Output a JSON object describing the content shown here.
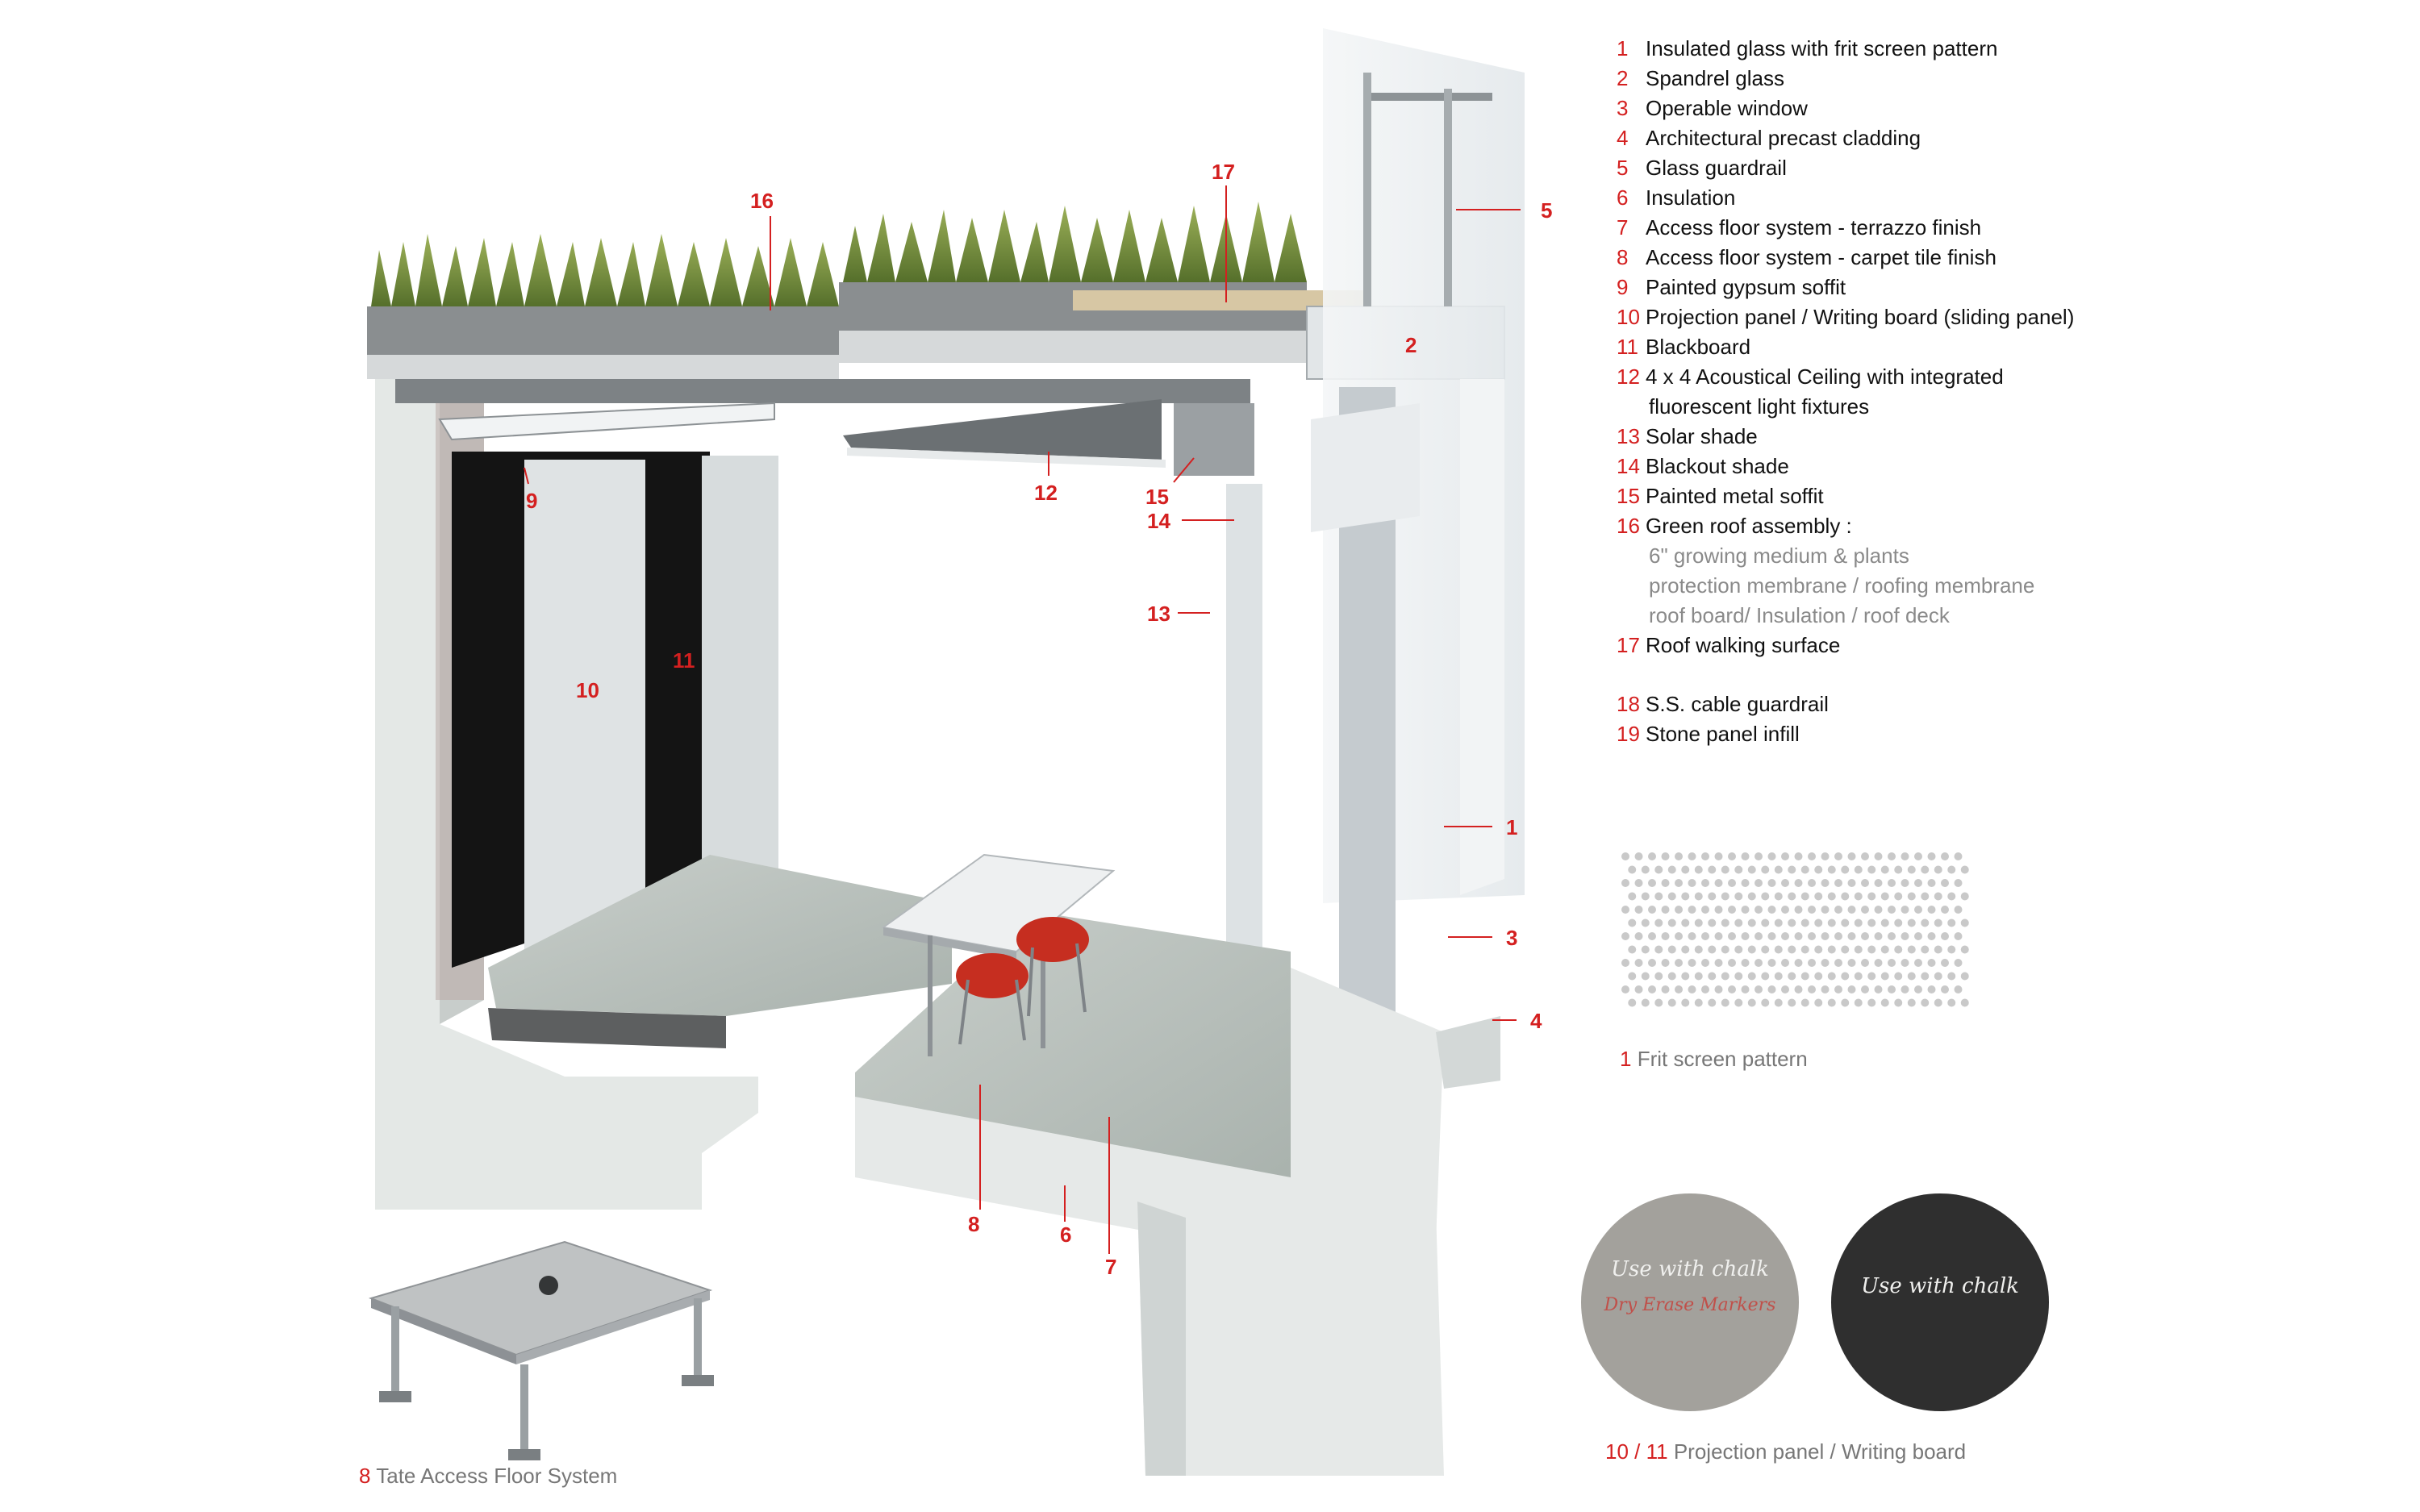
{
  "legend": {
    "items": [
      {
        "num": "1",
        "text": "Insulated glass with frit screen pattern"
      },
      {
        "num": "2",
        "text": "Spandrel glass"
      },
      {
        "num": "3",
        "text": "Operable window"
      },
      {
        "num": "4",
        "text": "Architectural precast cladding"
      },
      {
        "num": "5",
        "text": "Glass guardrail"
      },
      {
        "num": "6",
        "text": "Insulation"
      },
      {
        "num": "7",
        "text": "Access floor system - terrazzo finish"
      },
      {
        "num": "8",
        "text": "Access floor system - carpet tile finish"
      },
      {
        "num": "9",
        "text": "Painted gypsum soffit"
      },
      {
        "num": "10",
        "text": "Projection panel / Writing board (sliding panel)"
      },
      {
        "num": "11",
        "text": "Blackboard"
      },
      {
        "num": "12",
        "text": "4 x 4 Acoustical Ceiling with integrated"
      },
      {
        "num": "",
        "text": "fluorescent light fixtures"
      },
      {
        "num": "13",
        "text": "Solar shade"
      },
      {
        "num": "14",
        "text": "Blackout shade"
      },
      {
        "num": "15",
        "text": "Painted metal soffit"
      },
      {
        "num": "16",
        "text": "Green roof assembly :"
      },
      {
        "num": "",
        "text": "6\" growing medium & plants"
      },
      {
        "num": "",
        "text": "protection membrane / roofing membrane"
      },
      {
        "num": "",
        "text": "roof board/ Insulation / roof deck"
      },
      {
        "num": "17",
        "text": "Roof walking surface"
      },
      {
        "num": "18",
        "text": "S.S. cable guardrail"
      },
      {
        "num": "19",
        "text": "Stone panel infill"
      }
    ]
  },
  "callouts": {
    "c1": "1",
    "c2": "2",
    "c3": "3",
    "c4": "4",
    "c5": "5",
    "c6": "6",
    "c7": "7",
    "c8": "8",
    "c9": "9",
    "c10": "10",
    "c11": "11",
    "c12": "12",
    "c13": "13",
    "c14": "14",
    "c15": "15",
    "c16": "16",
    "c17": "17"
  },
  "frit": {
    "num": "1",
    "label": "Frit screen pattern"
  },
  "boards": {
    "num": "10 / 11",
    "label": "Projection panel / Writing board",
    "grey_line1": "Use with chalk",
    "grey_line2": "Dry Erase Markers",
    "black_line1": "Use with chalk"
  },
  "access_floor": {
    "num": "8",
    "label": "Tate Access Floor System"
  },
  "colors": {
    "callout_red": "#d42020",
    "board_grey": "#a3a19c",
    "board_black": "#2f2f2f",
    "grass": "#6e8a3a",
    "glass": "#e9edf0"
  }
}
